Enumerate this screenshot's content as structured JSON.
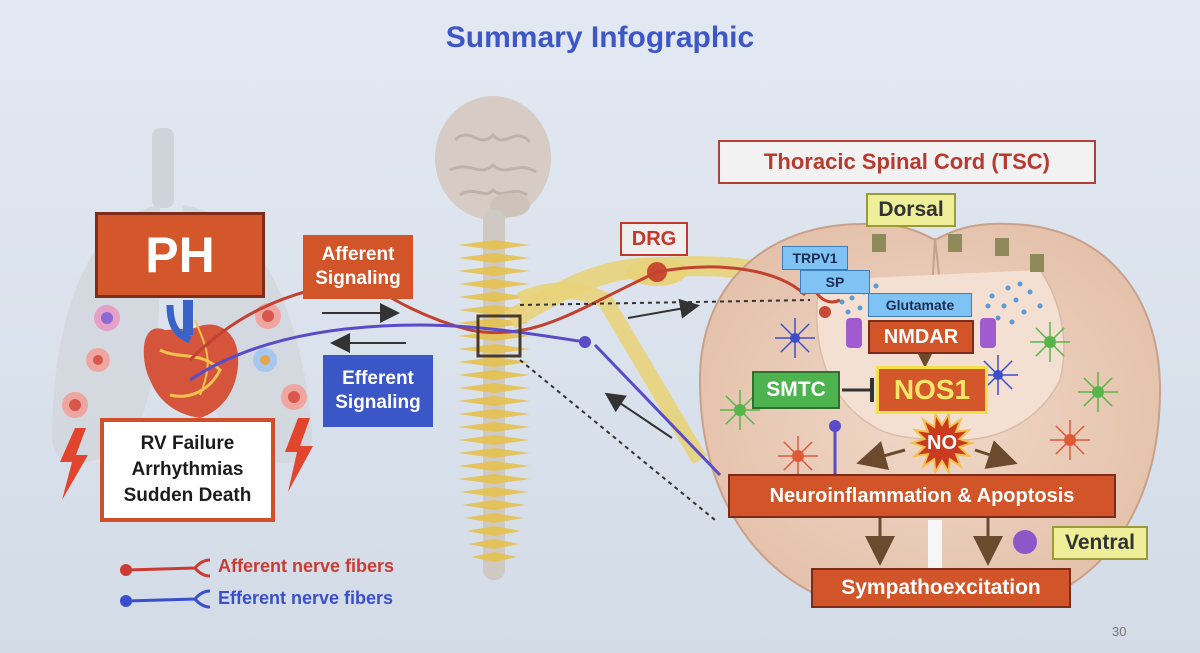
{
  "title": "Summary Infographic",
  "labels": {
    "ph": "PH",
    "afferent_signaling": "Afferent Signaling",
    "efferent_signaling": "Efferent Signaling",
    "rv_box": [
      "RV Failure",
      "Arrhythmias",
      "Sudden Death"
    ],
    "tsc": "Thoracic Spinal Cord (TSC)",
    "drg": "DRG",
    "dorsal": "Dorsal",
    "ventral": "Ventral",
    "trpv1": "TRPV1",
    "sp": "SP",
    "glutamate": "Glutamate",
    "nmdar": "NMDAR",
    "smtc": "SMTC",
    "nos1": "NOS1",
    "no": "NO",
    "neuroinflammation": "Neuroinflammation & Apoptosis",
    "sympathoexcitation": "Sympathoexcitation"
  },
  "legend": {
    "afferent": "Afferent nerve fibers",
    "efferent": "Efferent nerve fibers"
  },
  "page_number": "30",
  "colors": {
    "title": "#3e56c8",
    "orange": "#d2552a",
    "afferent": "#cc3b32",
    "efferent": "#3b4fcc",
    "smtc": "#4db34f",
    "nos1_text": "#f8e66a",
    "dorsal_ventral": "#efef9a",
    "receptor_blue": "#7ec3f3"
  }
}
